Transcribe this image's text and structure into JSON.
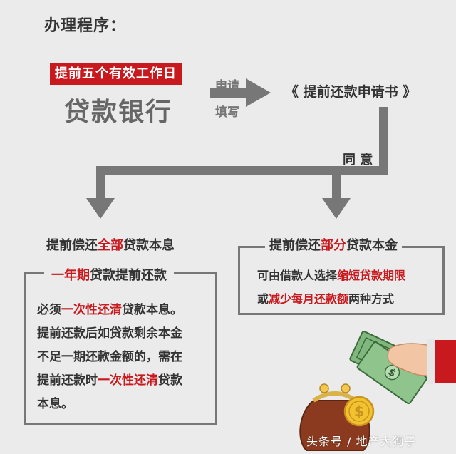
{
  "title": "办理程序：",
  "badge": "提前五个有效工作日",
  "bank": "贷款银行",
  "arrow_top_label": "申请",
  "arrow_bottom_label": "填写",
  "doc_title": "《 提前还款申请书 》",
  "agree": "同 意",
  "left_heading": {
    "part1": "提前偿还",
    "highlight": "全部",
    "part2": "贷款本息"
  },
  "right_heading": {
    "part1": "提前偿还",
    "highlight": "部分",
    "part2": "贷款本金"
  },
  "left_box": {
    "title": {
      "highlight": "一年期",
      "rest": "贷款提前还款"
    },
    "line1": {
      "part1": "必须",
      "highlight": "一次性还清",
      "part2": "贷款本息。"
    },
    "line2": "提前还款后如贷款剩余本金",
    "line3": "不足一期还款金额的，需在",
    "line4": {
      "part1": "提前还款时",
      "highlight": "一次性还清",
      "part2": "贷款"
    },
    "line5": "本息。"
  },
  "right_box": {
    "line1": {
      "part1": "可由借款人选择",
      "highlight": "缩短贷款期限"
    },
    "line2": {
      "part1": "或",
      "highlight": "减少每月还款额",
      "part2": "两种方式"
    }
  },
  "watermark": "头条号 / 地产大狗子",
  "colors": {
    "accent": "#c8191e",
    "text": "#333333",
    "arrow": "#777777",
    "background": "#ebebeb"
  },
  "icons": [
    "coin-purse-icon",
    "money-hand-icon",
    "dollar-coin-icon"
  ]
}
